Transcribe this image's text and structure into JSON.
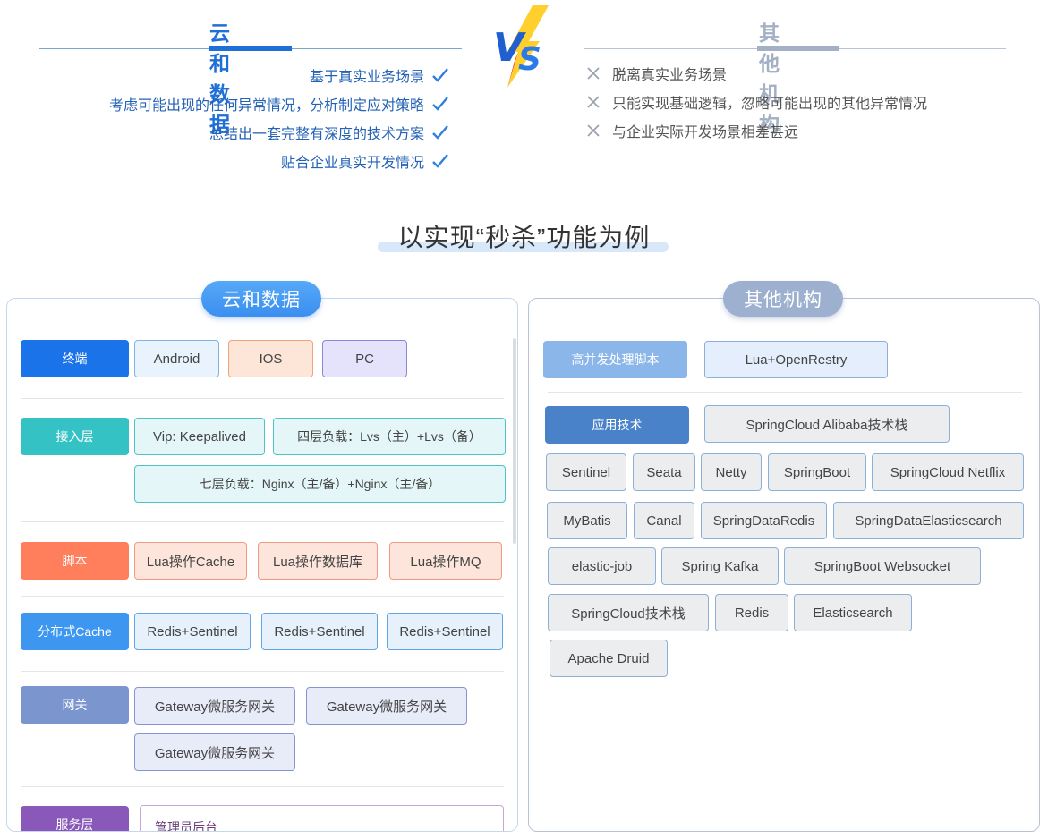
{
  "comparison": {
    "left_title": "云和数据",
    "right_title": "其他机构",
    "pros": [
      "基于真实业务场景",
      "考虑可能出现的任何异常情况，分析制定应对策略",
      "总结出一套完整有深度的技术方案",
      "贴合企业真实开发情况"
    ],
    "cons": [
      "脱离真实业务场景",
      "只能实现基础逻辑，忽略可能出现的其他异常情况",
      "与企业实际开发场景相差甚远"
    ]
  },
  "section": {
    "title": "以实现“秒杀”功能为例"
  },
  "left_panel": {
    "pill": "云和数据",
    "rows": {
      "terminal": {
        "label": "终端",
        "items": [
          "Android",
          "IOS",
          "PC"
        ]
      },
      "access": {
        "label": "接入层",
        "items": [
          "Vip: Keepalived",
          "四层负载：Lvs（主）+Lvs（备）",
          "七层负载：Nginx（主/备）+Nginx（主/备）"
        ]
      },
      "script": {
        "label": "脚本",
        "items": [
          "Lua操作Cache",
          "Lua操作数据库",
          "Lua操作MQ"
        ]
      },
      "cache": {
        "label": "分布式Cache",
        "items": [
          "Redis+Sentinel",
          "Redis+Sentinel",
          "Redis+Sentinel"
        ]
      },
      "gateway": {
        "label": "网关",
        "items": [
          "Gateway微服务网关",
          "Gateway微服务网关",
          "Gateway微服务网关"
        ]
      },
      "service": {
        "label": "服务层",
        "items": [
          "管理员后台"
        ]
      }
    }
  },
  "right_panel": {
    "pill": "其他机构",
    "script_label": "高并发处理脚本",
    "script_item": "Lua+OpenRestry",
    "app_label": "应用技术",
    "stack_head": "SpringCloud Alibaba技术栈",
    "tags": [
      "Sentinel",
      "Seata",
      "Netty",
      "SpringBoot",
      "SpringCloud Netflix",
      "MyBatis",
      "Canal",
      "SpringDataRedis",
      "SpringDataElasticsearch",
      "elastic-job",
      "Spring Kafka",
      "SpringBoot Websocket",
      "SpringCloud技术栈",
      "Redis",
      "Elasticsearch",
      "Apache Druid"
    ]
  },
  "colors": {
    "brand_blue": "#1f6fd8",
    "muted": "#a4b0c4",
    "terminal": "#1a73e8",
    "access": "#35c2c5",
    "script": "#ff7f5c",
    "cache": "#3d97f0",
    "gateway": "#7b95cf",
    "service": "#8a58b8",
    "right_script": "#8ab6ea",
    "right_app": "#4a82c9"
  }
}
